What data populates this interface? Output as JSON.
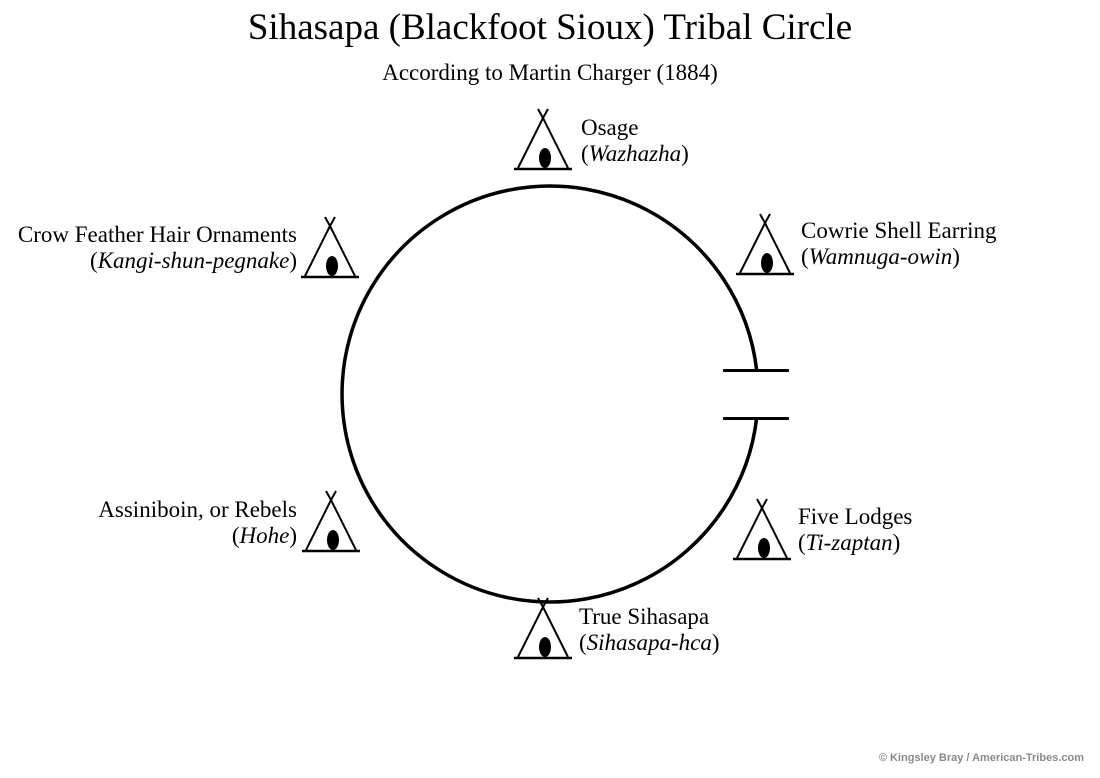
{
  "title": "Sihasapa (Blackfoot Sioux) Tribal Circle",
  "subtitle": "According to Martin Charger (1884)",
  "bands": [
    {
      "name": "Osage",
      "native": "Wazhazha",
      "position": "top"
    },
    {
      "name": "Cowrie Shell Earring",
      "native": "Wamnuga-owin",
      "position": "upper-right"
    },
    {
      "name": "Five Lodges",
      "native": "Ti-zaptan",
      "position": "lower-right"
    },
    {
      "name": "True Sihasapa",
      "native": "Sihasapa-hca",
      "position": "bottom"
    },
    {
      "name": "Assiniboin, or Rebels",
      "native": "Hohe",
      "position": "lower-left"
    },
    {
      "name": "Crow Feather Hair Ornaments",
      "native": "Kangi-shun-pegnake",
      "position": "upper-left"
    }
  ],
  "camp_opening": "east",
  "icons": {
    "lodge": "tipi-icon"
  },
  "credit": "© Kingsley Bray / American-Tribes.com",
  "colors": {
    "ink": "#000000",
    "credit": "#8a8a8a",
    "background": "#ffffff"
  }
}
